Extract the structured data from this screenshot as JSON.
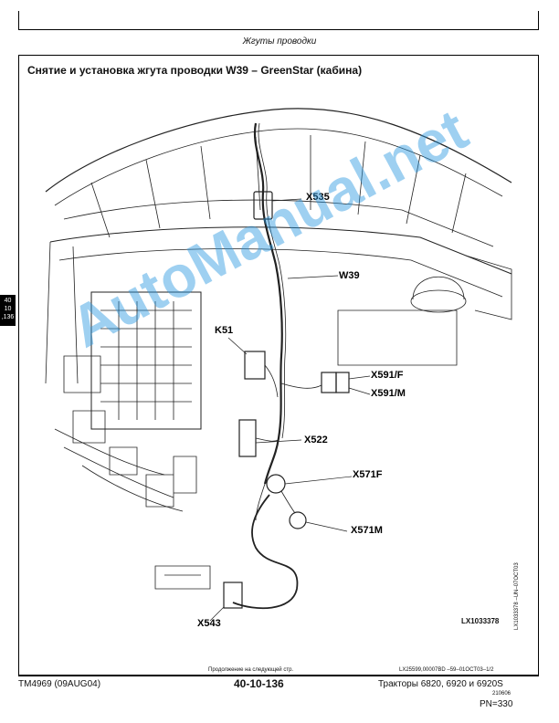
{
  "header": {
    "section_title": "Жгуты проводки"
  },
  "side_tab": {
    "line1": "40",
    "line2": "10",
    "line3": ",136"
  },
  "main": {
    "title": "Снятие и установка жгута проводки W39 – GreenStar (кабина)"
  },
  "figure": {
    "callouts": {
      "x535": "X535",
      "w39": "W39",
      "k51": "K51",
      "x591f": "X591/F",
      "x591m": "X591/M",
      "x522": "X522",
      "x571f": "X571F",
      "x571m": "X571M",
      "x543": "X543"
    },
    "figure_id": "LX1033378",
    "vertical_ref": "LX1033378 –UN–07OCT03"
  },
  "watermark": {
    "text": "AutoManual.net"
  },
  "footer": {
    "continued": "Продолжение на следующей стр.",
    "doc_ref": "LX25599,00007BD  –59–01OCT03–1/2",
    "manual_id": "TM4969 (09AUG04)",
    "page_number": "40-10-136",
    "product": "Тракторы 6820, 6920 и 6920S",
    "small_code": "210606",
    "pn": "PN=330"
  }
}
